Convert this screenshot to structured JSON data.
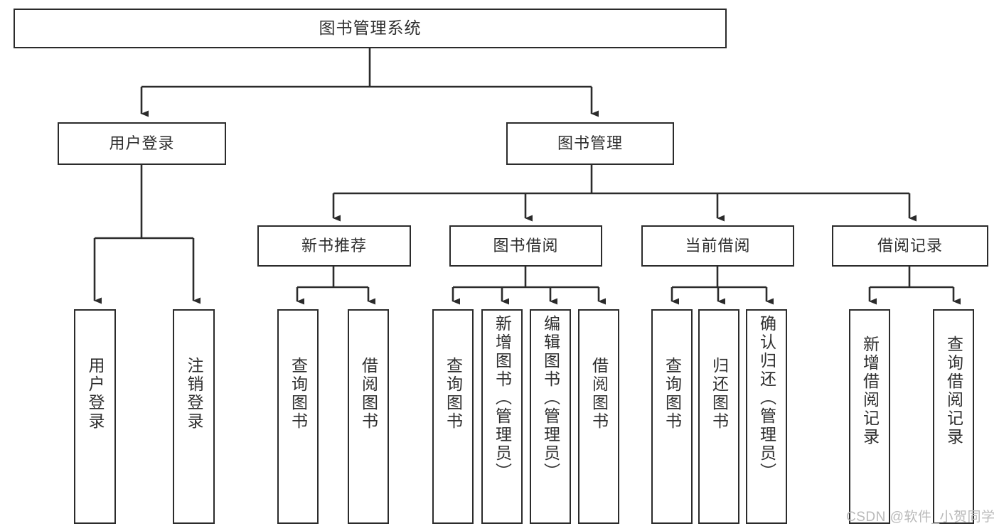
{
  "diagram": {
    "type": "tree-hierarchy",
    "title": "图书管理系统",
    "orientation": "top-down",
    "watermark": "CSDN @软件_小贺同学",
    "colors": {
      "box_border": "#2b2b2b",
      "box_fill": "#ffffff",
      "text": "#2f2f2f",
      "connector": "#2b2b2b",
      "background": "#ffffff",
      "watermark": "#b9b9b9"
    },
    "nodes": {
      "root": {
        "label": "图书管理系统",
        "level": 1,
        "orientation": "horizontal"
      },
      "user_login": {
        "label": "用户登录",
        "level": 2,
        "orientation": "horizontal"
      },
      "book_manage": {
        "label": "图书管理",
        "level": 2,
        "orientation": "horizontal"
      },
      "new_book_rec": {
        "label": "新书推荐",
        "level": 3,
        "orientation": "horizontal"
      },
      "book_borrow": {
        "label": "图书借阅",
        "level": 3,
        "orientation": "horizontal"
      },
      "current_borrow": {
        "label": "当前借阅",
        "level": 3,
        "orientation": "horizontal"
      },
      "borrow_record": {
        "label": "借阅记录",
        "level": 3,
        "orientation": "horizontal"
      },
      "leaf_user_login": {
        "label": "用户登录",
        "level": 4,
        "orientation": "vertical"
      },
      "leaf_logout": {
        "label": "注销登录",
        "level": 4,
        "orientation": "vertical"
      },
      "leaf_query_book_1": {
        "label": "查询图书",
        "level": 4,
        "orientation": "vertical"
      },
      "leaf_borrow_book_1": {
        "label": "借阅图书",
        "level": 4,
        "orientation": "vertical"
      },
      "leaf_query_book_2": {
        "label": "查询图书",
        "level": 4,
        "orientation": "vertical"
      },
      "leaf_add_book": {
        "label": "新增图书（管理员）",
        "level": 4,
        "orientation": "vertical"
      },
      "leaf_edit_book": {
        "label": "编辑图书（管理员）",
        "level": 4,
        "orientation": "vertical"
      },
      "leaf_borrow_book_2": {
        "label": "借阅图书",
        "level": 4,
        "orientation": "vertical"
      },
      "leaf_query_book_3": {
        "label": "查询图书",
        "level": 4,
        "orientation": "vertical"
      },
      "leaf_return_book": {
        "label": "归还图书",
        "level": 4,
        "orientation": "vertical"
      },
      "leaf_confirm_return": {
        "label": "确认归还（管理员）",
        "level": 4,
        "orientation": "vertical"
      },
      "leaf_add_record": {
        "label": "新增借阅记录",
        "level": 4,
        "orientation": "vertical"
      },
      "leaf_query_record": {
        "label": "查询借阅记录",
        "level": 4,
        "orientation": "vertical"
      }
    },
    "edges": [
      {
        "from": "root",
        "to": "user_login"
      },
      {
        "from": "root",
        "to": "book_manage"
      },
      {
        "from": "user_login",
        "to": "leaf_user_login"
      },
      {
        "from": "user_login",
        "to": "leaf_logout"
      },
      {
        "from": "book_manage",
        "to": "new_book_rec"
      },
      {
        "from": "book_manage",
        "to": "book_borrow"
      },
      {
        "from": "book_manage",
        "to": "current_borrow"
      },
      {
        "from": "book_manage",
        "to": "borrow_record"
      },
      {
        "from": "new_book_rec",
        "to": "leaf_query_book_1"
      },
      {
        "from": "new_book_rec",
        "to": "leaf_borrow_book_1"
      },
      {
        "from": "book_borrow",
        "to": "leaf_query_book_2"
      },
      {
        "from": "book_borrow",
        "to": "leaf_add_book"
      },
      {
        "from": "book_borrow",
        "to": "leaf_edit_book"
      },
      {
        "from": "book_borrow",
        "to": "leaf_borrow_book_2"
      },
      {
        "from": "current_borrow",
        "to": "leaf_query_book_3"
      },
      {
        "from": "current_borrow",
        "to": "leaf_return_book"
      },
      {
        "from": "current_borrow",
        "to": "leaf_confirm_return"
      },
      {
        "from": "borrow_record",
        "to": "leaf_add_record"
      },
      {
        "from": "borrow_record",
        "to": "leaf_query_record"
      }
    ]
  }
}
